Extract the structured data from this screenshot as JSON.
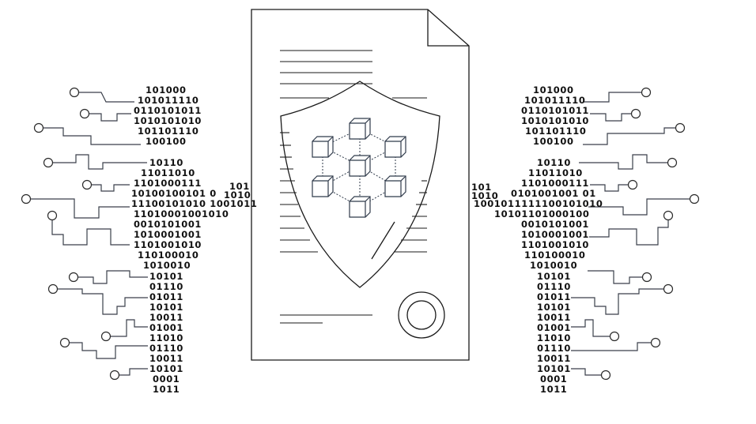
{
  "left_binary": [
    "101000",
    "101011110",
    "0110101011",
    "1010101010",
    "101101110",
    "100100",
    "10110",
    "11011010",
    "1101000111",
    "10100100101 0",
    "11100101010 1001011",
    "11010001001010",
    "0010101001",
    "1010001001",
    "1101001010",
    "110100010",
    "1010010",
    "10101",
    "01110",
    "01011",
    "10101",
    "10011",
    "01001",
    "11010",
    "01110",
    "10011",
    "10101",
    "0001",
    "1011"
  ],
  "left_center_binary": [
    "101",
    "1010"
  ],
  "right_binary": [
    "101000",
    "101011110",
    "0110101011",
    "1010101010",
    "101101110",
    "100100",
    "10110",
    "11011010",
    "1101000111",
    "0101001001 01",
    "1001011111100101010",
    "10101101000100",
    "0010101001",
    "1010001001",
    "1101001010",
    "110100010",
    "1010010",
    "10101",
    "01110",
    "01011",
    "10101",
    "10011",
    "01001",
    "11010",
    "01110",
    "10011",
    "10101",
    "0001",
    "1011"
  ],
  "right_center_binary": [
    "101",
    "1010"
  ],
  "icons": {
    "document": "document-icon",
    "shield": "shield-icon",
    "blockchain": "blockchain-cubes-icon",
    "seal": "seal-icon"
  },
  "colors": {
    "line": "#1a1a1a",
    "trace": "#3a3f4a",
    "cube": "#2f3a4a",
    "background": "#ffffff"
  }
}
